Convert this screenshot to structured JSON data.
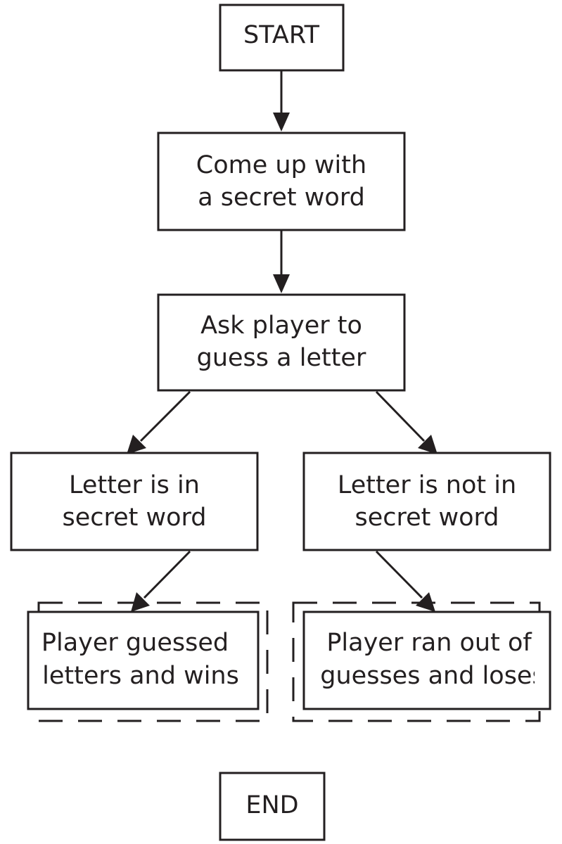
{
  "nodes": {
    "start": {
      "label": "START"
    },
    "secret_word": {
      "line1": "Come up with",
      "line2": "a secret word"
    },
    "ask_guess": {
      "line1": "Ask player to",
      "line2": "guess a letter"
    },
    "letter_in": {
      "line1": "Letter is in",
      "line2": "secret word"
    },
    "letter_not_in": {
      "line1": "Letter is not in",
      "line2": "secret word"
    },
    "player_wins": {
      "line1": "Player guessed",
      "line2": "letters and wins"
    },
    "player_loses": {
      "line1": "Player ran out of",
      "line2": "guesses and loses"
    },
    "end": {
      "label": "END"
    }
  },
  "colors": {
    "stroke": "#231f20",
    "background": "#ffffff"
  }
}
